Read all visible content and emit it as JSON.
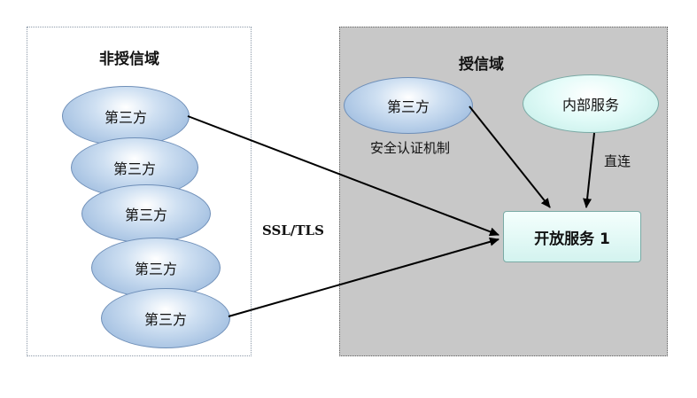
{
  "untrusted_domain": {
    "title": "非授信域",
    "parties": [
      "第三方",
      "第三方",
      "第三方",
      "第三方",
      "第三方"
    ]
  },
  "trusted_domain": {
    "title": "授信域",
    "third_party": "第三方",
    "internal_service": "内部服务",
    "open_service": "开放服务 1",
    "auth_label": "安全认证机制",
    "direct_label": "直连"
  },
  "ssl_label": "SSL/TLS",
  "colors": {
    "trusted_bg": "#c8c8c8",
    "ellipse_blue": "#8fb1d9",
    "ellipse_aqua": "#c0ece6",
    "arrow": "#000000"
  }
}
